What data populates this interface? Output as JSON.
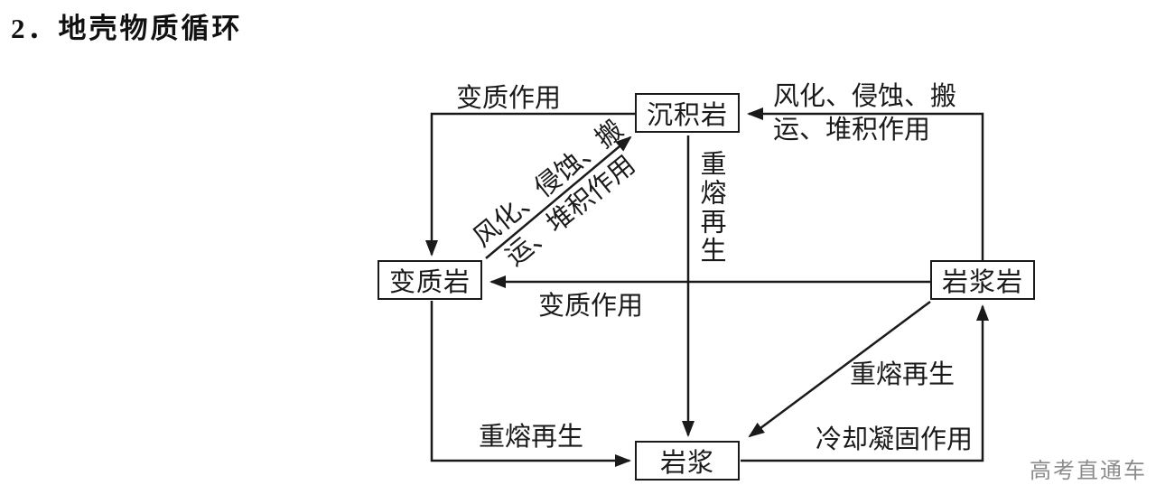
{
  "title": "2．地壳物质循环",
  "diagram": {
    "nodes": {
      "sedimentary": "沉积岩",
      "metamorphic": "变质岩",
      "igneous": "岩浆岩",
      "magma": "岩浆"
    },
    "labels": {
      "metamorphism_top": "变质作用",
      "weathering_right": "风化、侵蚀、搬\n运、堆积作用",
      "weathering_diagonal": "风化、侵蚀、搬\n运、堆积作用",
      "remelt_center": "重熔再生",
      "metamorphism_mid": "变质作用",
      "remelt_bottom_left": "重熔再生",
      "remelt_right": "重熔再生",
      "cooling": "冷却凝固作用"
    },
    "watermark": "高考直通车"
  },
  "colors": {
    "line": "#1a1a1a",
    "watermark": "#8c8c8c"
  }
}
